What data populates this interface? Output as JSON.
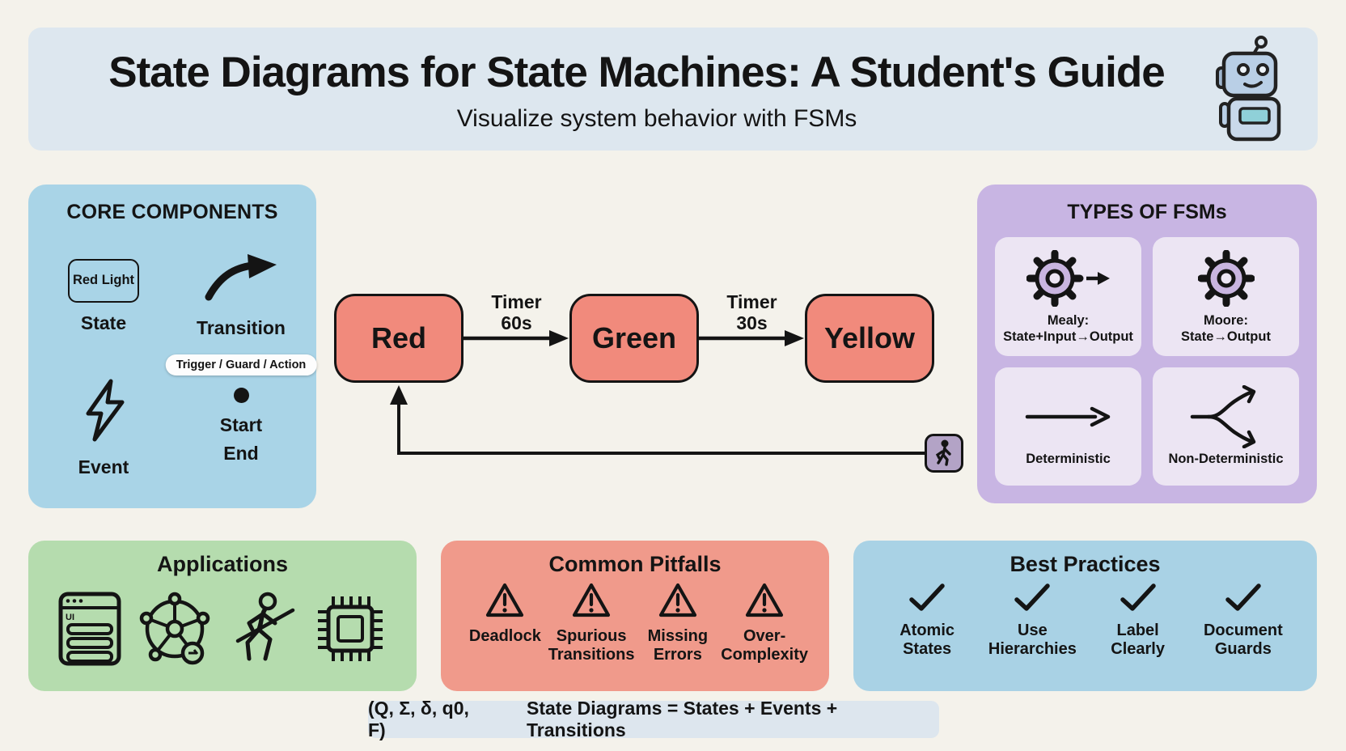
{
  "header": {
    "title": "State Diagrams for State Machines: A Student's Guide",
    "subtitle": "Visualize system behavior with FSMs",
    "icon": "robot-icon"
  },
  "core_components": {
    "title": "CORE COMPONENTS",
    "state": {
      "box_label": "Red Light",
      "label": "State",
      "icon": "rounded-state-box"
    },
    "transition": {
      "label": "Transition",
      "pill": "Trigger / Guard / Action",
      "icon": "curved-arrow-icon"
    },
    "event": {
      "label": "Event",
      "icon": "lightning-bolt-icon"
    },
    "start_end": {
      "label_start": "Start",
      "label_end": "End",
      "icon": "start-dot-icon"
    }
  },
  "diagram": {
    "states": [
      {
        "name": "Red"
      },
      {
        "name": "Green"
      },
      {
        "name": "Yellow"
      }
    ],
    "transitions": [
      {
        "line1": "Timer",
        "line2": "60s"
      },
      {
        "line1": "Timer",
        "line2": "30s"
      }
    ],
    "loop": {
      "icon": "pedestrian-icon",
      "from": "Yellow",
      "to": "Red"
    }
  },
  "types_of_fsms": {
    "title": "TYPES OF FSMs",
    "cards": [
      {
        "icon": "gear-arrow-icon",
        "line1": "Mealy:",
        "line2": "State+Input→Output"
      },
      {
        "icon": "gear-icon",
        "line1": "Moore:",
        "line2": "State→Output"
      },
      {
        "icon": "straight-arrow-icon",
        "line1": "Deterministic",
        "line2": ""
      },
      {
        "icon": "branching-arrows-icon",
        "line1": "Non-Deterministic",
        "line2": ""
      }
    ]
  },
  "applications": {
    "title": "Applications",
    "icons": [
      "ui-window-icon",
      "network-icon",
      "game-character-icon",
      "chip-icon"
    ]
  },
  "common_pitfalls": {
    "title": "Common Pitfalls",
    "item_icon": "warning-triangle-icon",
    "items": [
      {
        "line1": "Deadlock",
        "line2": ""
      },
      {
        "line1": "Spurious",
        "line2": "Transitions"
      },
      {
        "line1": "Missing",
        "line2": "Errors"
      },
      {
        "line1": "Over-",
        "line2": "Complexity"
      }
    ]
  },
  "best_practices": {
    "title": "Best Practices",
    "item_icon": "checkmark-icon",
    "items": [
      {
        "line1": "Atomic",
        "line2": "States"
      },
      {
        "line1": "Use",
        "line2": "Hierarchies"
      },
      {
        "line1": "Label",
        "line2": "Clearly"
      },
      {
        "line1": "Document",
        "line2": "Guards"
      }
    ]
  },
  "footer": {
    "tuple": "(Q, Σ, δ, q0, F)",
    "equation": "State Diagrams = States + Events + Transitions"
  },
  "colors": {
    "background": "#f4f2eb",
    "header_bg": "#dde7ef",
    "core_panel": "#a9d4e7",
    "state_box": "#f18a7c",
    "types_panel": "#c8b5e3",
    "types_card": "#ece5f3",
    "applications_panel": "#b5dcae",
    "pitfalls_panel": "#f09a8b",
    "practices_panel": "#a9d2e5",
    "footer_pill": "#dde6ee",
    "pedestrian_box": "#b3a3c6",
    "ink": "#141414"
  }
}
